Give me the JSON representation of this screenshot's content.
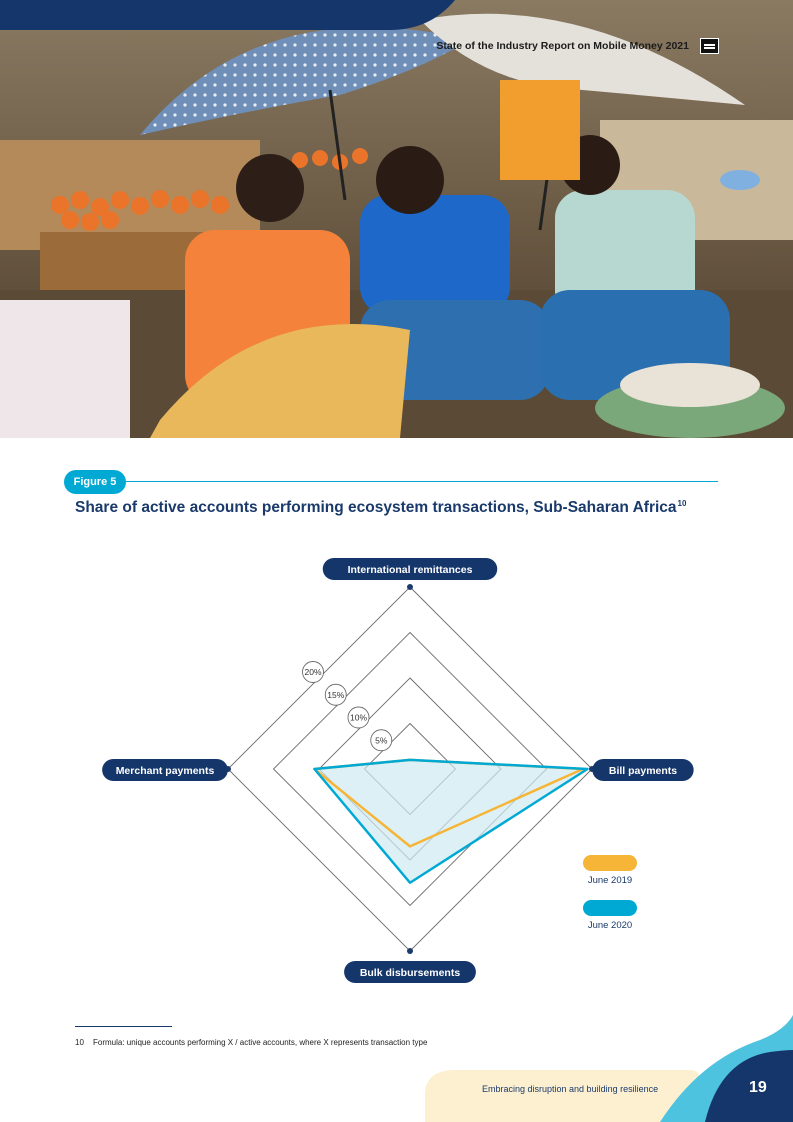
{
  "header": {
    "report_title": "State of the Industry Report on Mobile Money 2021"
  },
  "figure": {
    "label": "Figure 5",
    "title": "Share of active accounts performing ecosystem transactions, Sub-Saharan Africa",
    "footnote_ref": "10"
  },
  "chart_data": {
    "type": "radar",
    "title": "Share of active accounts performing ecosystem transactions, Sub-Saharan Africa",
    "axes": [
      "International remittances",
      "Bill payments",
      "Bulk disbursements",
      "Merchant payments"
    ],
    "ring_labels": [
      "5%",
      "10%",
      "15%",
      "20%"
    ],
    "rlim": [
      0,
      20
    ],
    "series": [
      {
        "name": "June 2019",
        "color": "#f6b536",
        "values": [
          1.0,
          19.0,
          8.5,
          10.5
        ]
      },
      {
        "name": "June 2020",
        "color": "#00a9d4",
        "values": [
          1.0,
          19.5,
          12.5,
          10.5
        ]
      }
    ],
    "legend_position": "right"
  },
  "footnote": {
    "number": "10",
    "text": "Formula: unique accounts performing X / active accounts, where X represents transaction type"
  },
  "footer": {
    "section_title": "Embracing disruption and building resilience",
    "page_number": "19"
  },
  "colors": {
    "navy": "#1a3a6b",
    "cyan": "#00a9d4",
    "yellow": "#f6b536",
    "cream": "#fdf0d0"
  }
}
